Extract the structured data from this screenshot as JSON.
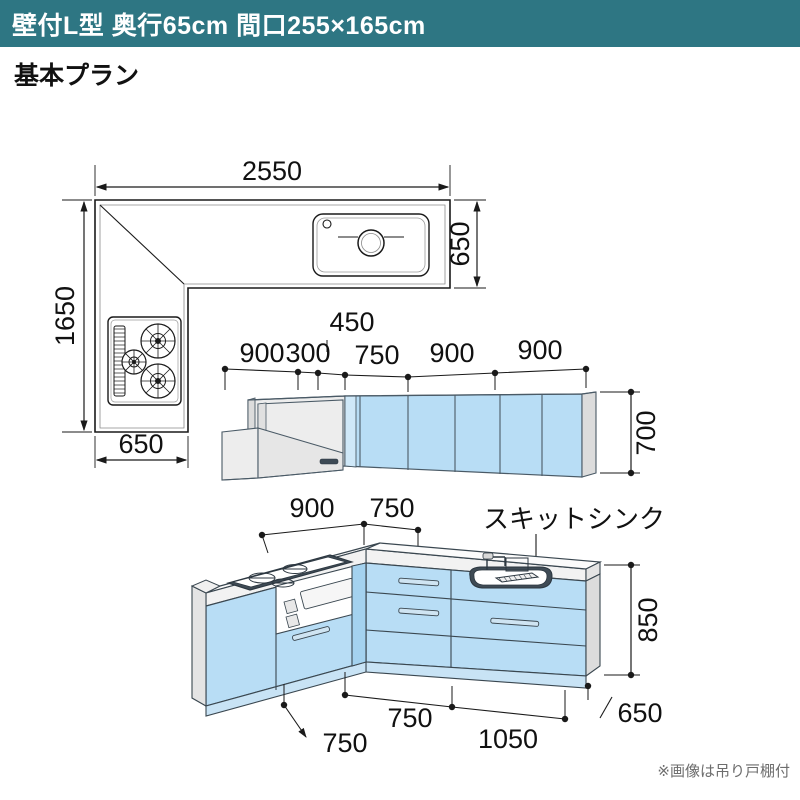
{
  "header": {
    "title": "壁付L型 奥行65cm 間口255×165cm",
    "bar_color": "#2e7683",
    "text_color": "#ffffff"
  },
  "subtitle": "基本プラン",
  "footnote": "※画像は吊り戸棚付",
  "colors": {
    "cabinet_blue": "#b8ddf5",
    "cabinet_blue_dark": "#a4d2ef",
    "counter_gray": "#e8e8e8",
    "panel_gray": "#ededed",
    "line": "#1a1a1a",
    "dim_line": "#1a1a1a",
    "footnote_gray": "#6d6d6d"
  },
  "plan_view": {
    "name": "top-down-floor-plan",
    "width_label": "2550",
    "depth_label": "650",
    "height_label": "1650",
    "left_depth_label": "650",
    "features": [
      "sink",
      "gas-cooktop"
    ]
  },
  "wall_cabinet_view": {
    "name": "wall-cabinet-elevation",
    "height_label": "700",
    "segment_labels": [
      "900",
      "300",
      "450",
      "750",
      "900",
      "900"
    ],
    "features": [
      "range-hood",
      "glass-doors"
    ]
  },
  "perspective_view": {
    "name": "kitchen-perspective",
    "height_label": "850",
    "top_labels": [
      "900",
      "750"
    ],
    "bottom_labels": [
      "750",
      "750",
      "1050",
      "650"
    ],
    "sink_callout": "スキットシンク"
  },
  "chart_data": {
    "type": "table",
    "title": "壁付L型 奥行65cm 間口255×165cm 基本プラン",
    "dimensions_mm": [
      {
        "view": "plan",
        "label": "2550",
        "meaning": "overall width of long run"
      },
      {
        "view": "plan",
        "label": "650",
        "meaning": "counter depth (right)"
      },
      {
        "view": "plan",
        "label": "1650",
        "meaning": "overall depth of short run"
      },
      {
        "view": "plan",
        "label": "650",
        "meaning": "counter depth (left)"
      },
      {
        "view": "wall-cabinet",
        "label": "900",
        "meaning": "segment 1"
      },
      {
        "view": "wall-cabinet",
        "label": "300",
        "meaning": "segment 2"
      },
      {
        "view": "wall-cabinet",
        "label": "450",
        "meaning": "segment 3"
      },
      {
        "view": "wall-cabinet",
        "label": "750",
        "meaning": "segment 4"
      },
      {
        "view": "wall-cabinet",
        "label": "900",
        "meaning": "segment 5"
      },
      {
        "view": "wall-cabinet",
        "label": "900",
        "meaning": "segment 6"
      },
      {
        "view": "wall-cabinet",
        "label": "700",
        "meaning": "wall cabinet height"
      },
      {
        "view": "perspective",
        "label": "900",
        "meaning": "left run top"
      },
      {
        "view": "perspective",
        "label": "750",
        "meaning": "corner top"
      },
      {
        "view": "perspective",
        "label": "850",
        "meaning": "base cabinet height"
      },
      {
        "view": "perspective",
        "label": "750",
        "meaning": "left run base"
      },
      {
        "view": "perspective",
        "label": "750",
        "meaning": "base segment"
      },
      {
        "view": "perspective",
        "label": "1050",
        "meaning": "sink base segment"
      },
      {
        "view": "perspective",
        "label": "650",
        "meaning": "counter depth"
      }
    ]
  }
}
